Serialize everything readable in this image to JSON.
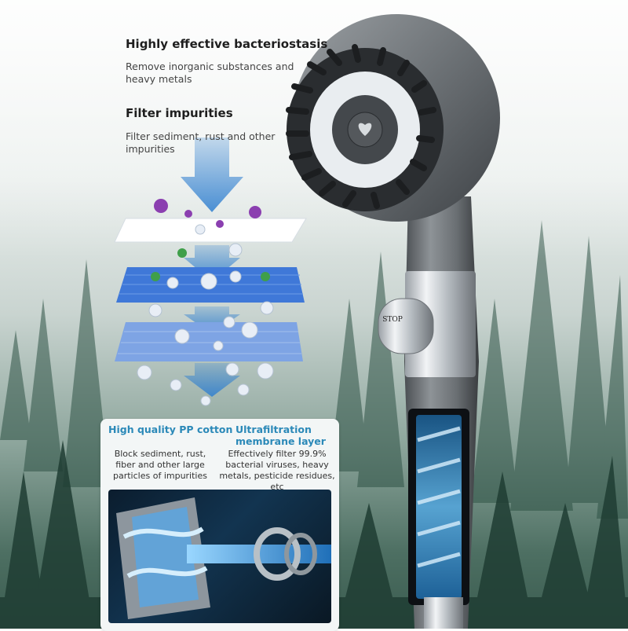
{
  "features": [
    {
      "title": "Highly effective bacteriostasis",
      "description": "Remove inorganic substances and heavy metals"
    },
    {
      "title": "Filter impurities",
      "description": "Filter sediment, rust and other impurities"
    }
  ],
  "filter_layers": [
    {
      "title": "High quality PP cotton",
      "description": "Block sediment, rust, fiber and other large particles of impurities"
    },
    {
      "title": "Ultrafiltration membrane layer",
      "description": "Effectively filter 99.9% bacterial viruses, heavy metals, pesticide residues, etc"
    }
  ],
  "product": {
    "button_label": "STOP"
  },
  "colors": {
    "accent_blue": "#2b89b8",
    "shower_gray": "#6f7478",
    "forest_green": "#3a5b4f"
  }
}
